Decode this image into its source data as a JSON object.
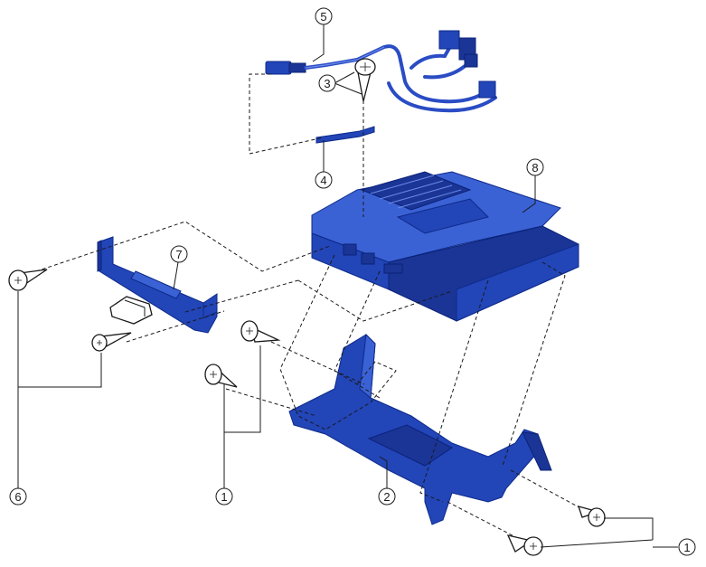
{
  "callouts": [
    {
      "id": "c5",
      "label": "5"
    },
    {
      "id": "c3",
      "label": "3"
    },
    {
      "id": "c4",
      "label": "4"
    },
    {
      "id": "c8",
      "label": "8"
    },
    {
      "id": "c7",
      "label": "7"
    },
    {
      "id": "c6",
      "label": "6"
    },
    {
      "id": "c1a",
      "label": "1"
    },
    {
      "id": "c2",
      "label": "2"
    },
    {
      "id": "c1b",
      "label": "1"
    }
  ],
  "colors": {
    "part_blue": "#2245b8",
    "outline": "#1a1a1a"
  }
}
